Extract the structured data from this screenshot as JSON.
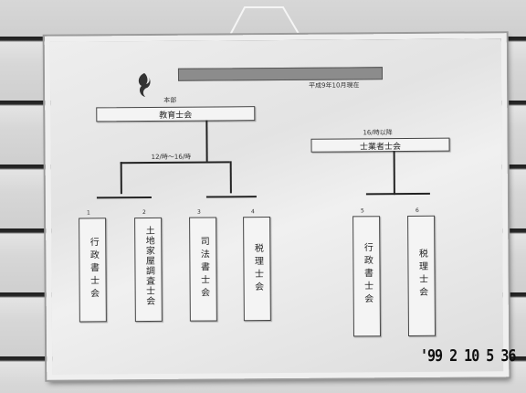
{
  "header": {
    "subtitle": "平成9年10月現在"
  },
  "left_group": {
    "label": "本部",
    "main_box": "教育士会",
    "range": "12/時〜16/時",
    "sub_boxes": [
      {
        "num": "1",
        "text": "行政書士会"
      },
      {
        "num": "2",
        "text": "土地家屋調査士会"
      },
      {
        "num": "3",
        "text": "司法書士会"
      },
      {
        "num": "4",
        "text": "税理士会"
      }
    ]
  },
  "right_group": {
    "label": "16/時以降",
    "main_box": "士業者士会",
    "sub_boxes": [
      {
        "num": "5",
        "text": "行政書士会"
      },
      {
        "num": "6",
        "text": "税理士会"
      }
    ]
  },
  "stamp": {
    "date": "'99 2 10 5 36"
  }
}
